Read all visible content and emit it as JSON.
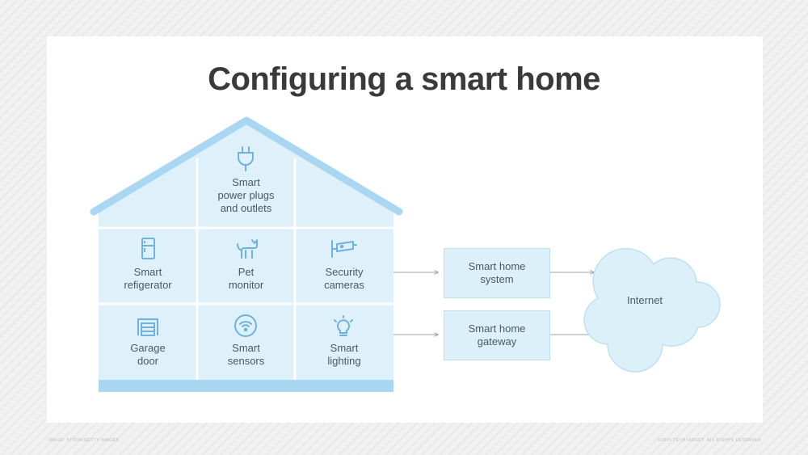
{
  "title": "Configuring a smart home",
  "colors": {
    "roof": "#a9d7f2",
    "house_fill": "#def0fa",
    "grid_line": "#ffffff",
    "box_fill": "#dcf0fa",
    "icon": "#6fb2de",
    "text": "#4b5962",
    "arrow": "#9aa3a9"
  },
  "house": {
    "attic": {
      "label": [
        "Smart",
        "power plugs",
        "and outlets"
      ],
      "icon": "plug-icon"
    },
    "row1": [
      {
        "label": [
          "Smart",
          "refigerator"
        ],
        "icon": "refrigerator-icon"
      },
      {
        "label": [
          "Pet",
          "monitor"
        ],
        "icon": "pet-icon"
      },
      {
        "label": [
          "Security",
          "cameras"
        ],
        "icon": "security-camera-icon"
      }
    ],
    "row2": [
      {
        "label": [
          "Garage",
          "door"
        ],
        "icon": "garage-icon"
      },
      {
        "label": [
          "Smart",
          "sensors"
        ],
        "icon": "wifi-sensor-icon"
      },
      {
        "label": [
          "Smart",
          "lighting"
        ],
        "icon": "lightbulb-icon"
      }
    ]
  },
  "boxes": {
    "system": [
      "Smart home",
      "system"
    ],
    "gateway": [
      "Smart home",
      "gateway"
    ]
  },
  "cloud_label": "Internet",
  "footer": {
    "left": "IMAGE: STOCK/GETTY IMAGES",
    "right": "©2023 TECHTARGET. ALL RIGHTS RESERVED"
  }
}
